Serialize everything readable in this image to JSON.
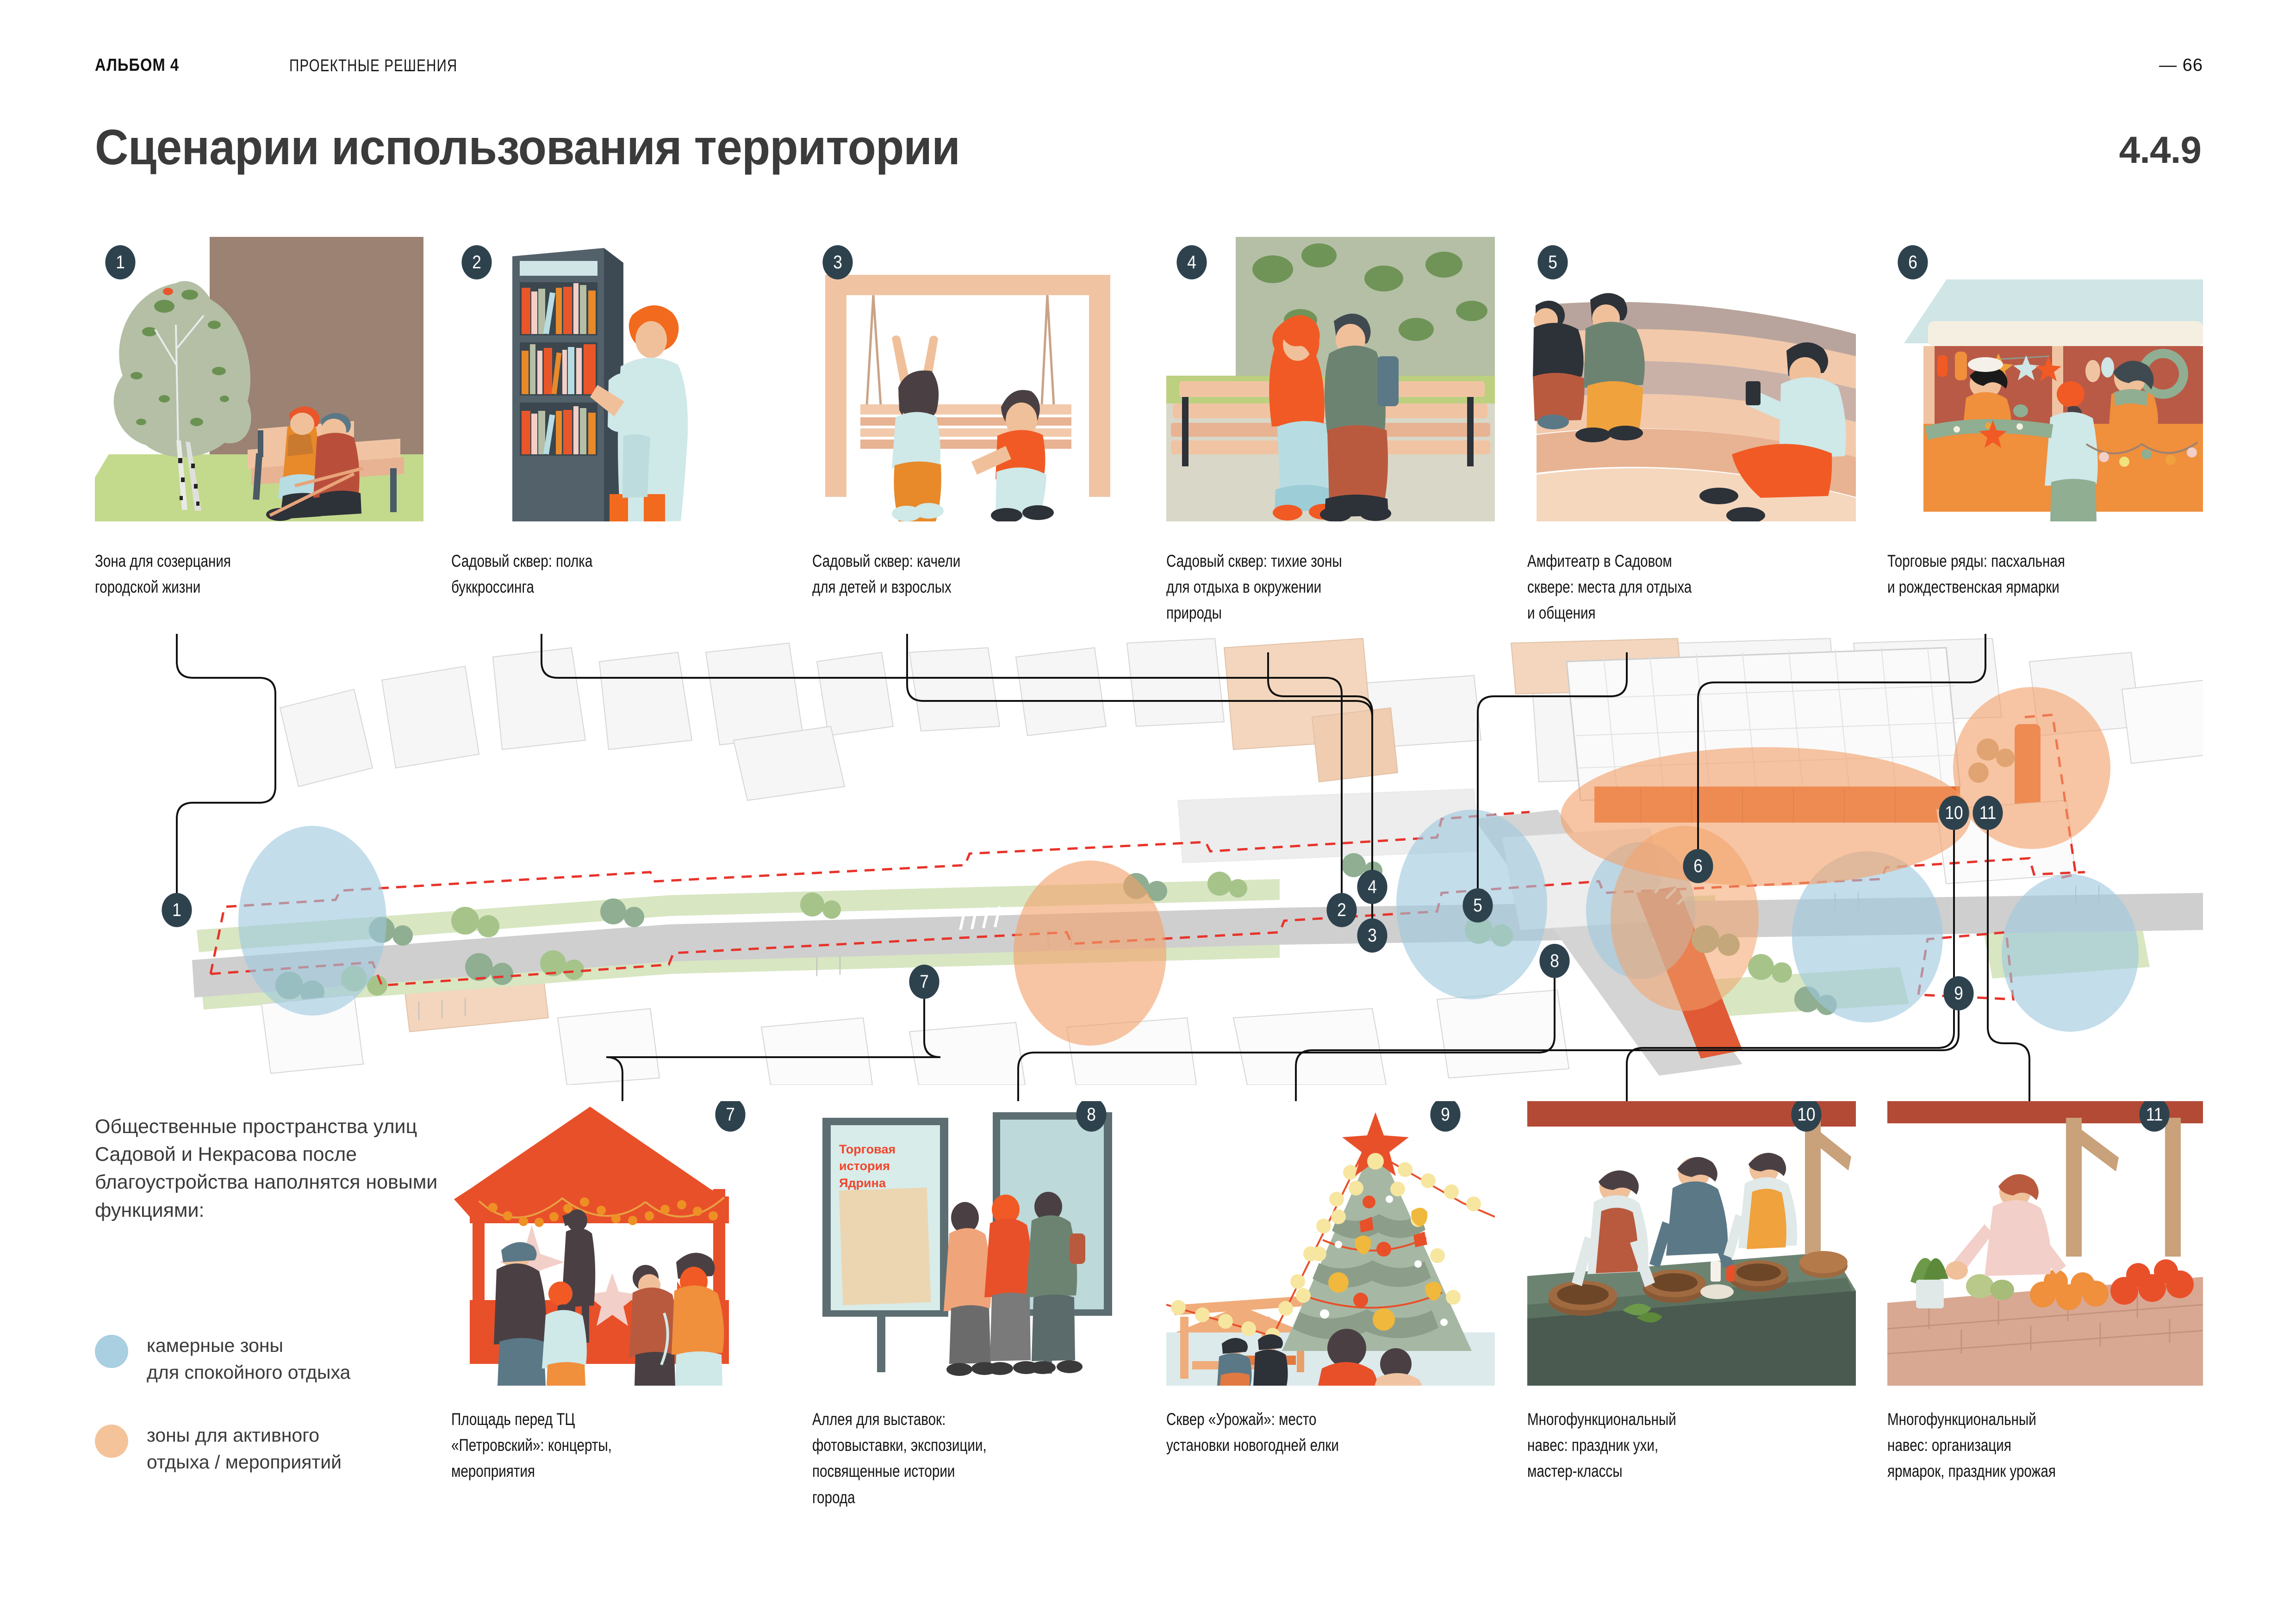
{
  "header": {
    "album": "АЛЬБОМ 4",
    "section_name": "ПРОЕКТНЫЕ РЕШЕНИЯ",
    "page_number": "— 66",
    "title": "Сценарии использования территории",
    "section_number": "4.4.9"
  },
  "lead_text": "Общественные пространства улиц Садовой и Некрасова после благоустройства наполнятся новыми функциями:",
  "legend": [
    {
      "color": "#a9cfe0",
      "label": "камерные зоны\nдля спокойного отдыха"
    },
    {
      "color": "#f5c39a",
      "label": "зоны для активного\nотдыха / мероприятий"
    }
  ],
  "top_cards": [
    {
      "num": "1",
      "caption": "Зона для созерцания\nгородской жизни",
      "icon": "bench-tree-illustration"
    },
    {
      "num": "2",
      "caption": "Садовый сквер: полка\nбуккроссинга",
      "icon": "bookshelf-illustration"
    },
    {
      "num": "3",
      "caption": "Садовый сквер: качели\nдля детей и взрослых",
      "icon": "swing-illustration"
    },
    {
      "num": "4",
      "caption": "Садовый сквер: тихие зоны\nдля отдыха в окружении\nприроды",
      "icon": "bench-couple-illustration"
    },
    {
      "num": "5",
      "caption": "Амфитеатр в Садовом\nсквере: места для отдыха\nи общения",
      "icon": "amphitheatre-illustration"
    },
    {
      "num": "6",
      "caption": "Торговые ряды: пасхальная\nи рождественская ярмарки",
      "icon": "market-stalls-illustration"
    }
  ],
  "bottom_cards": [
    {
      "num": "7",
      "caption": "Площадь перед ТЦ\n«Петровский»: концерты,\nмероприятия",
      "icon": "market-tent-illustration"
    },
    {
      "num": "8",
      "caption": "Аллея для выставок:\nфотовыставки, экспозиции,\nпосвященные истории\nгорода",
      "icon": "exhibition-boards-illustration",
      "poster_text": "Торговая\nистория Ядрина"
    },
    {
      "num": "9",
      "caption": "Сквер «Урожай»: место\nустановки новогодней елки",
      "icon": "christmas-tree-illustration"
    },
    {
      "num": "10",
      "caption": "Многофункциональный\nнавес: праздник ухи,\nмастер-классы",
      "icon": "cooking-canopy-illustration"
    },
    {
      "num": "11",
      "caption": "Многофункциональный\nнавес: организация\nярмарок, праздник урожая",
      "icon": "harvest-market-illustration"
    }
  ],
  "map": {
    "markers": [
      "1",
      "2",
      "3",
      "4",
      "5",
      "6",
      "7",
      "8",
      "9",
      "10",
      "11"
    ],
    "zone_colors": {
      "calm": "#a9cfe0",
      "active": "#f2b68a",
      "boundary": "#e8332a"
    }
  },
  "colors": {
    "badge": "#2e424e",
    "accent_orange": "#e8562a",
    "accent_light_blue": "#cfe5e6",
    "title": "#3b3b3b"
  }
}
